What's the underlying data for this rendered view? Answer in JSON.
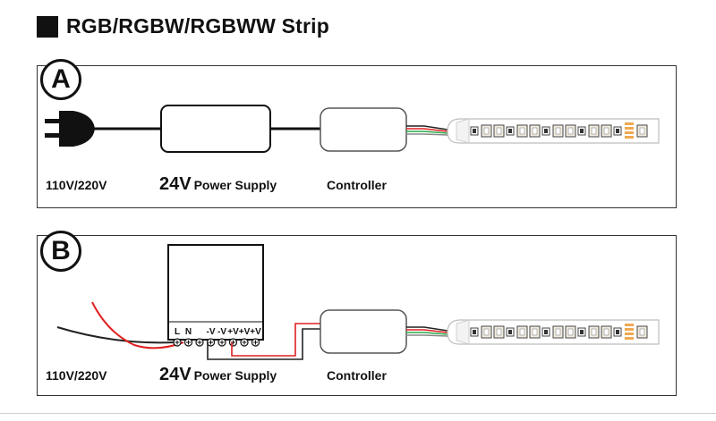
{
  "title": "RGB/RGBW/RGBWW Strip",
  "diagram_a": {
    "badge": "A",
    "input_label": "110V/220V",
    "psu_voltage": "24V",
    "psu_label": "Power Supply",
    "controller_label": "Controller"
  },
  "diagram_b": {
    "badge": "B",
    "input_label": "110V/220V",
    "psu_voltage": "24V",
    "psu_label": "Power Supply",
    "controller_label": "Controller",
    "terminals": [
      "L",
      "N",
      "",
      "-V",
      "-V",
      "+V",
      "+V",
      "+V"
    ]
  },
  "colors": {
    "wire_black": "#222222",
    "wire_red": "#e02020",
    "wire_green": "#2aa84a",
    "led_white": "#f2ede0",
    "led_orange": "#f0a850"
  }
}
